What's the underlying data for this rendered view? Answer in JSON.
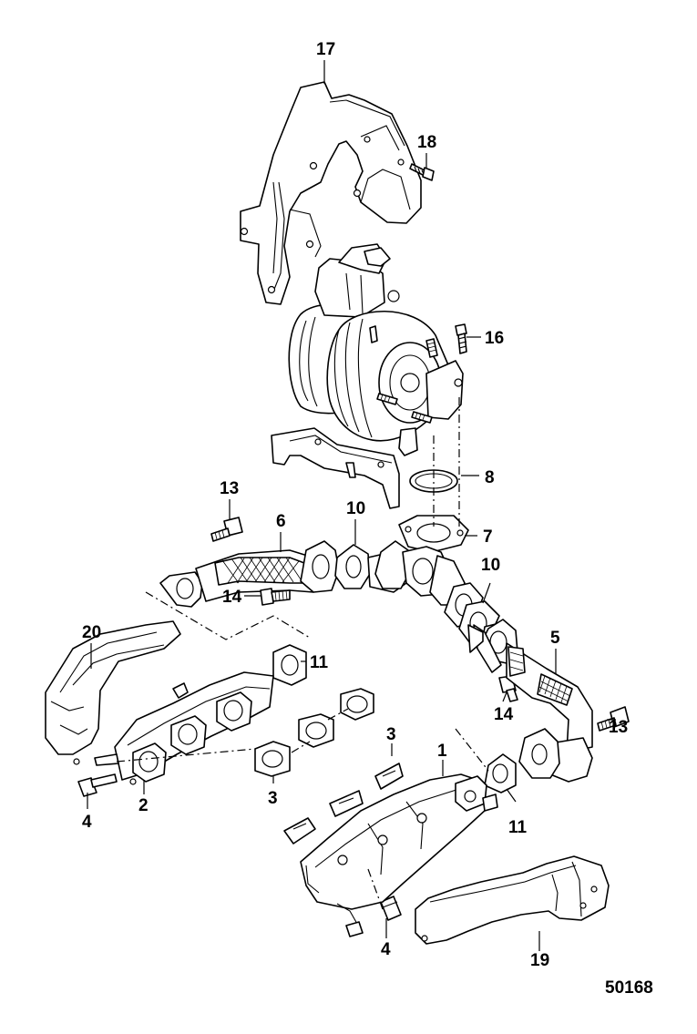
{
  "callouts": {
    "c17": "17",
    "c18": "18",
    "c16": "16",
    "c8": "8",
    "c13a": "13",
    "c6": "6",
    "c10a": "10",
    "c7": "7",
    "c10b": "10",
    "c14a": "14",
    "c20": "20",
    "c11a": "11",
    "c5": "5",
    "c14b": "14",
    "c13b": "13",
    "c3a": "3",
    "c3b": "3",
    "c1": "1",
    "c2": "2",
    "c4a": "4",
    "c11b": "11",
    "c4b": "4",
    "c19": "19"
  },
  "reference_number": "50168"
}
